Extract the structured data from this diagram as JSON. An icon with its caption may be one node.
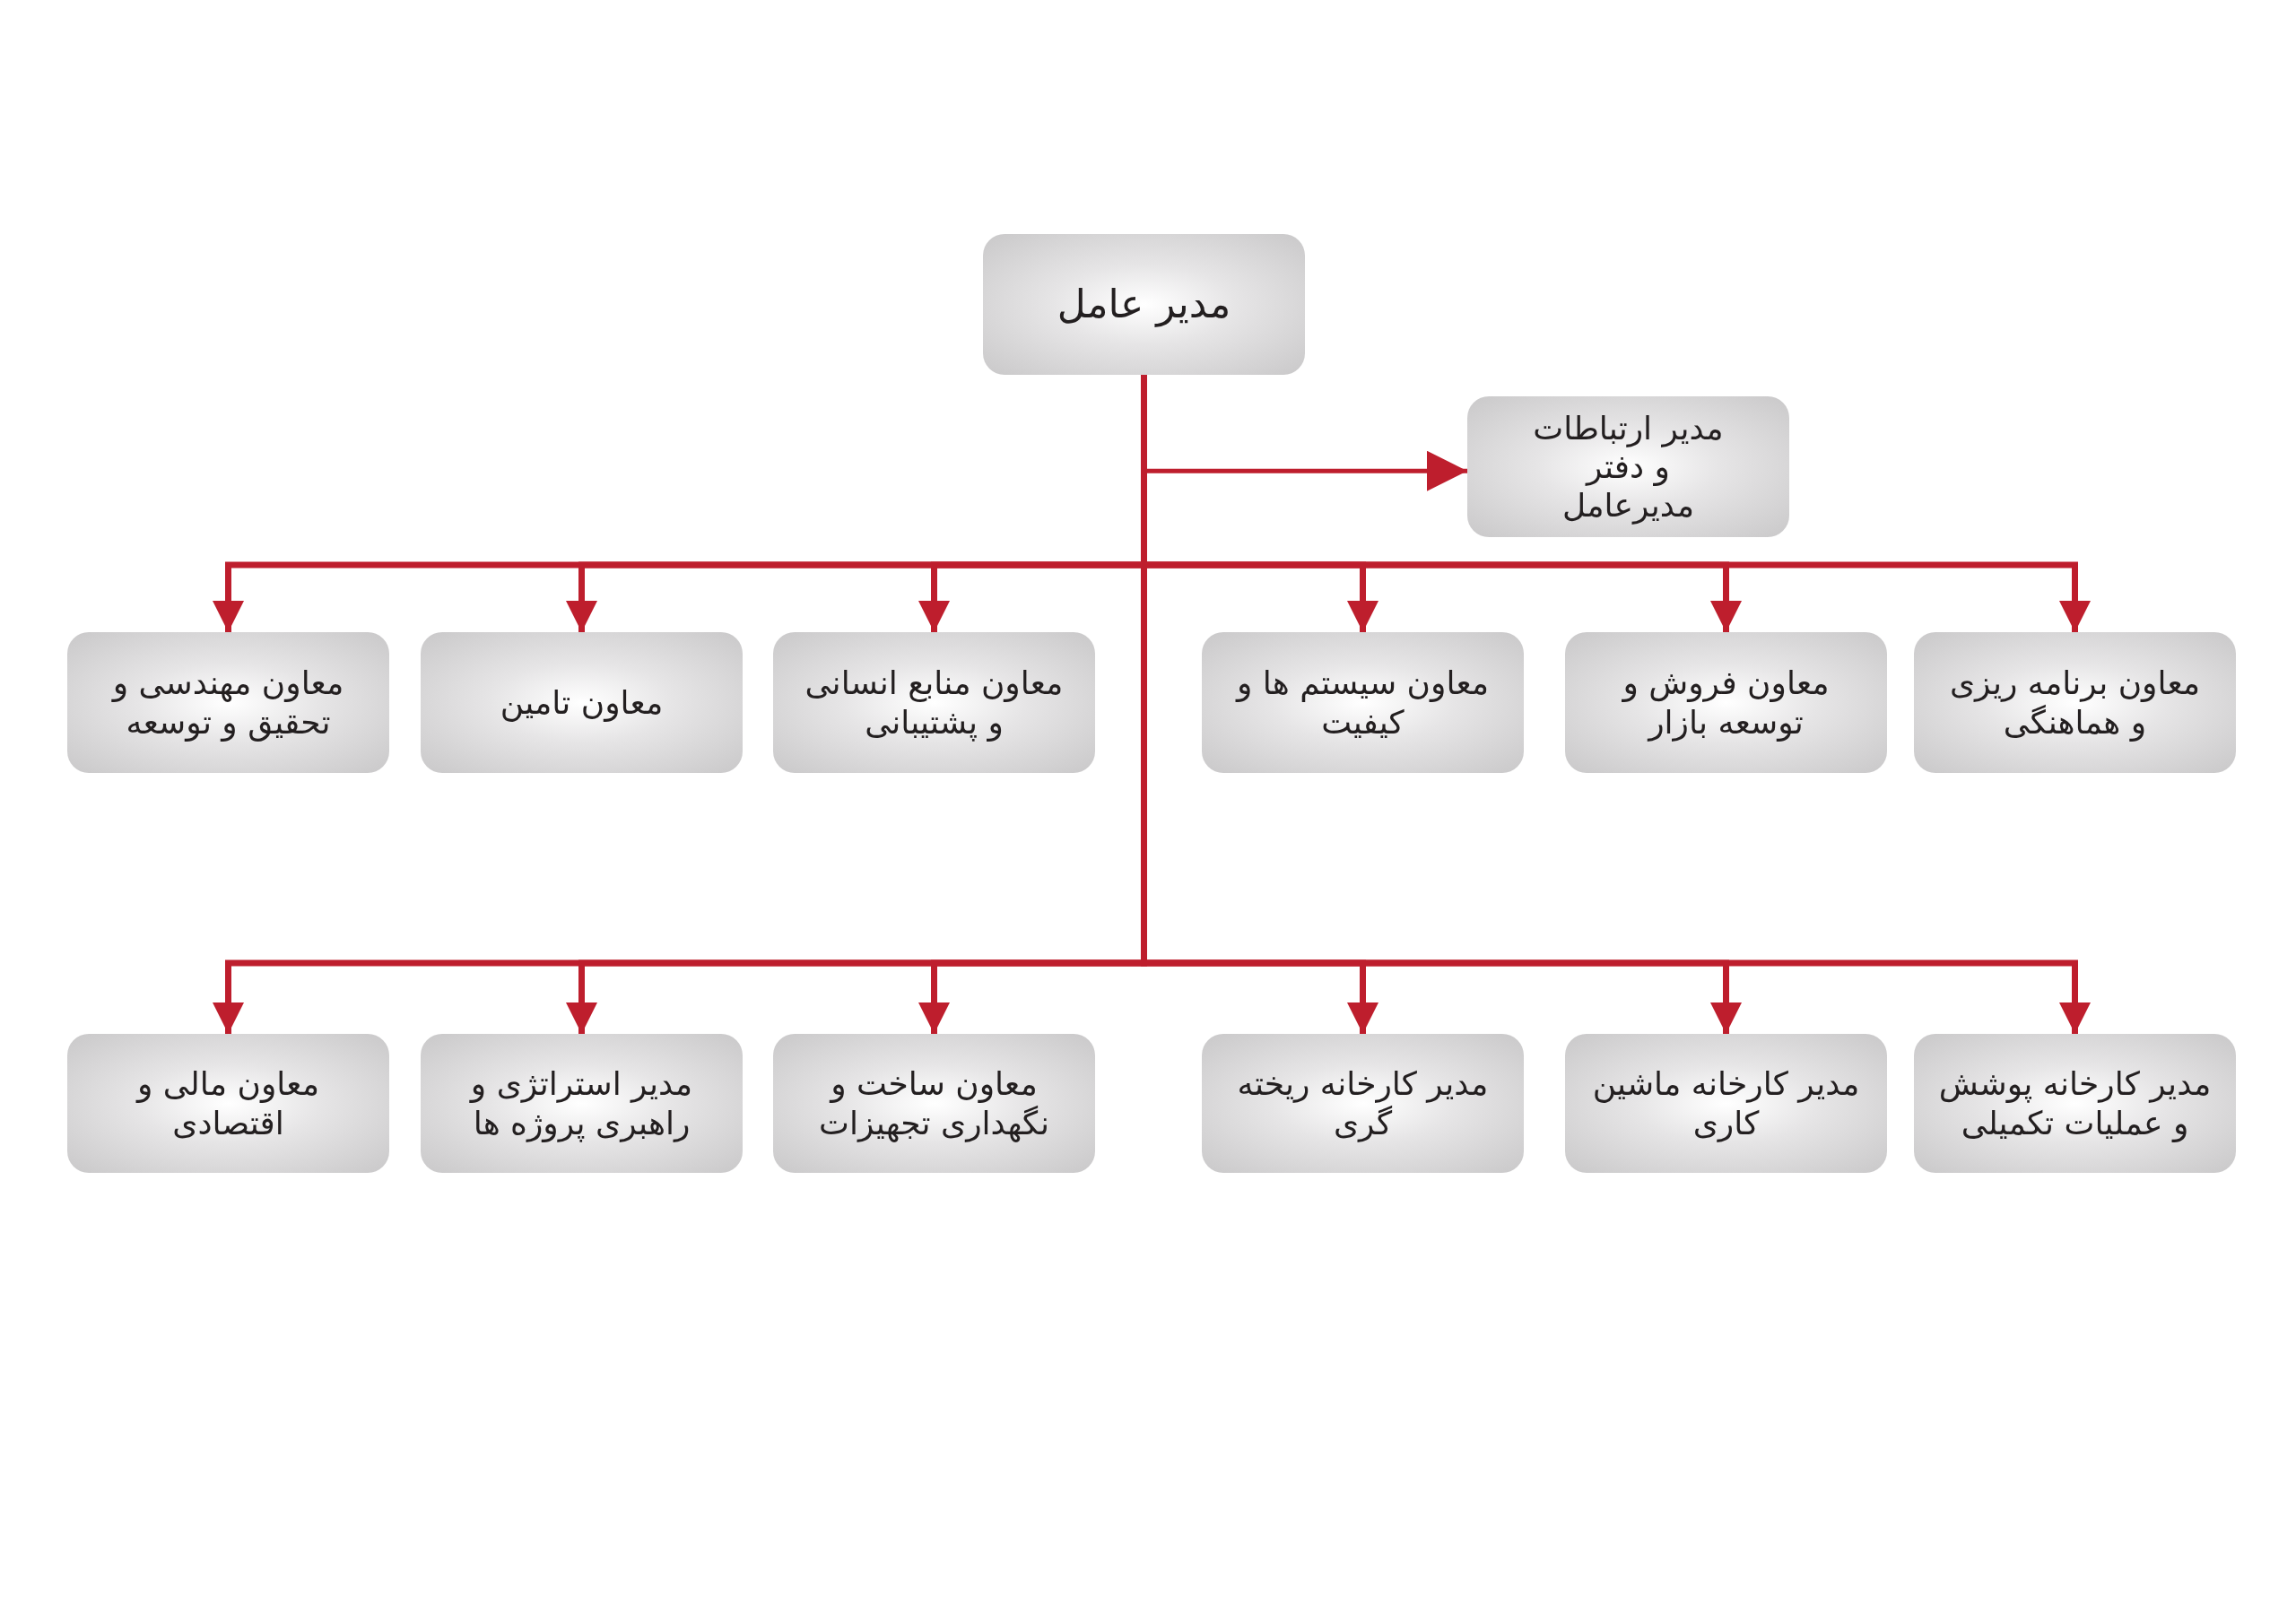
{
  "diagram": {
    "nodes": [
      {
        "text": [
          "مدیر عامل"
        ]
      },
      {
        "text": [
          "مدیر ارتباطات و دفتر مدیرعامل"
        ]
      },
      {
        "text": [
          "معاون برنامه ریزی و هماهنگی"
        ]
      },
      {
        "text": [
          "معاون فروش و توسعه بازار"
        ]
      },
      {
        "text": [
          "معاون سیستم ها و کیفیت"
        ]
      },
      {
        "text": [
          "معاون منابع انسانی و پشتیبانی"
        ]
      },
      {
        "text": [
          "معاون تامین"
        ]
      },
      {
        "text": [
          "معاون مهندسی و تحقیق و توسعه"
        ]
      },
      {
        "text": [
          "مدیر کارخانه پوشش و عملیات تکمیلی"
        ]
      },
      {
        "text": [
          "مدیر کارخانه ماشین کاری"
        ]
      },
      {
        "text": [
          "مدیر کارخانه ریخته گری"
        ]
      },
      {
        "text": [
          "معاون ساخت و نگهداری تجهیزات"
        ]
      },
      {
        "text": [
          "مدیر استراتژی و راهبری پروژه ها"
        ]
      },
      {
        "text": [
          "معاون مالی و اقتصادی"
        ]
      }
    ],
    "edges": [
      {
        "from": 0,
        "to": 1,
        "arrow": "to"
      },
      {
        "from": 0,
        "to": 2,
        "arrow": "to"
      },
      {
        "from": 0,
        "to": 3,
        "arrow": "to"
      },
      {
        "from": 0,
        "to": 4,
        "arrow": "to"
      },
      {
        "from": 0,
        "to": 5,
        "arrow": "to"
      },
      {
        "from": 0,
        "to": 6,
        "arrow": "to"
      },
      {
        "from": 0,
        "to": 7,
        "arrow": "to"
      },
      {
        "from": 0,
        "to": 8,
        "arrow": "to"
      },
      {
        "from": 0,
        "to": 9,
        "arrow": "to"
      },
      {
        "from": 0,
        "to": 10,
        "arrow": "to"
      },
      {
        "from": 0,
        "to": 11,
        "arrow": "to"
      },
      {
        "from": 0,
        "to": 12,
        "arrow": "to"
      },
      {
        "from": 0,
        "to": 13,
        "arrow": "to"
      }
    ]
  }
}
